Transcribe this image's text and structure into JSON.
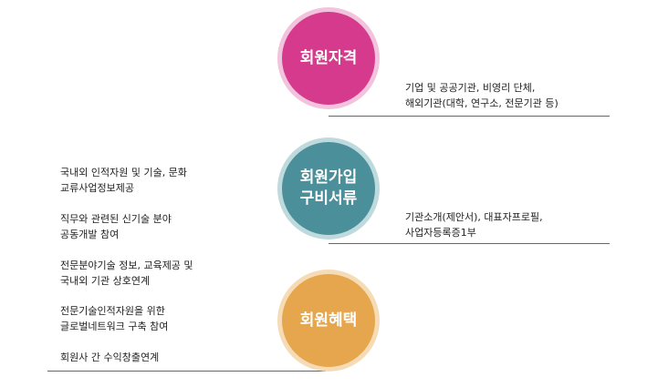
{
  "membership": {
    "qualification": {
      "title": "회원자격",
      "desc_line1": "기업 및 공공기관, 비영리 단체,",
      "desc_line2": "해외기관(대학, 연구소, 전문기관 등)",
      "color": "#d63a8c",
      "ring_color": "#f2c3dc"
    },
    "documents": {
      "title_line1": "회원가입",
      "title_line2": "구비서류",
      "desc_line1": "기관소개(제안서), 대표자프로필,",
      "desc_line2": "사업자등록증1부",
      "color": "#4a8f9a",
      "ring_color": "#bfdadd"
    },
    "benefits": {
      "title": "회원혜택",
      "color": "#e5a64d",
      "ring_color": "#f6dcb6",
      "items": [
        {
          "line1": "국내외 인적자원 및 기술, 문화",
          "line2": "교류사업정보제공"
        },
        {
          "line1": "직무와 관련된 신기술 분야",
          "line2": "공동개발 참여"
        },
        {
          "line1": "전문분야기술 정보, 교육제공 및",
          "line2": "국내외 기관 상호연계"
        },
        {
          "line1": "전문기술인적자원을 위한",
          "line2": "글로벌네트워크 구축 참여"
        },
        {
          "line1": "회원사 간 수익창출연계",
          "line2": ""
        }
      ]
    }
  }
}
